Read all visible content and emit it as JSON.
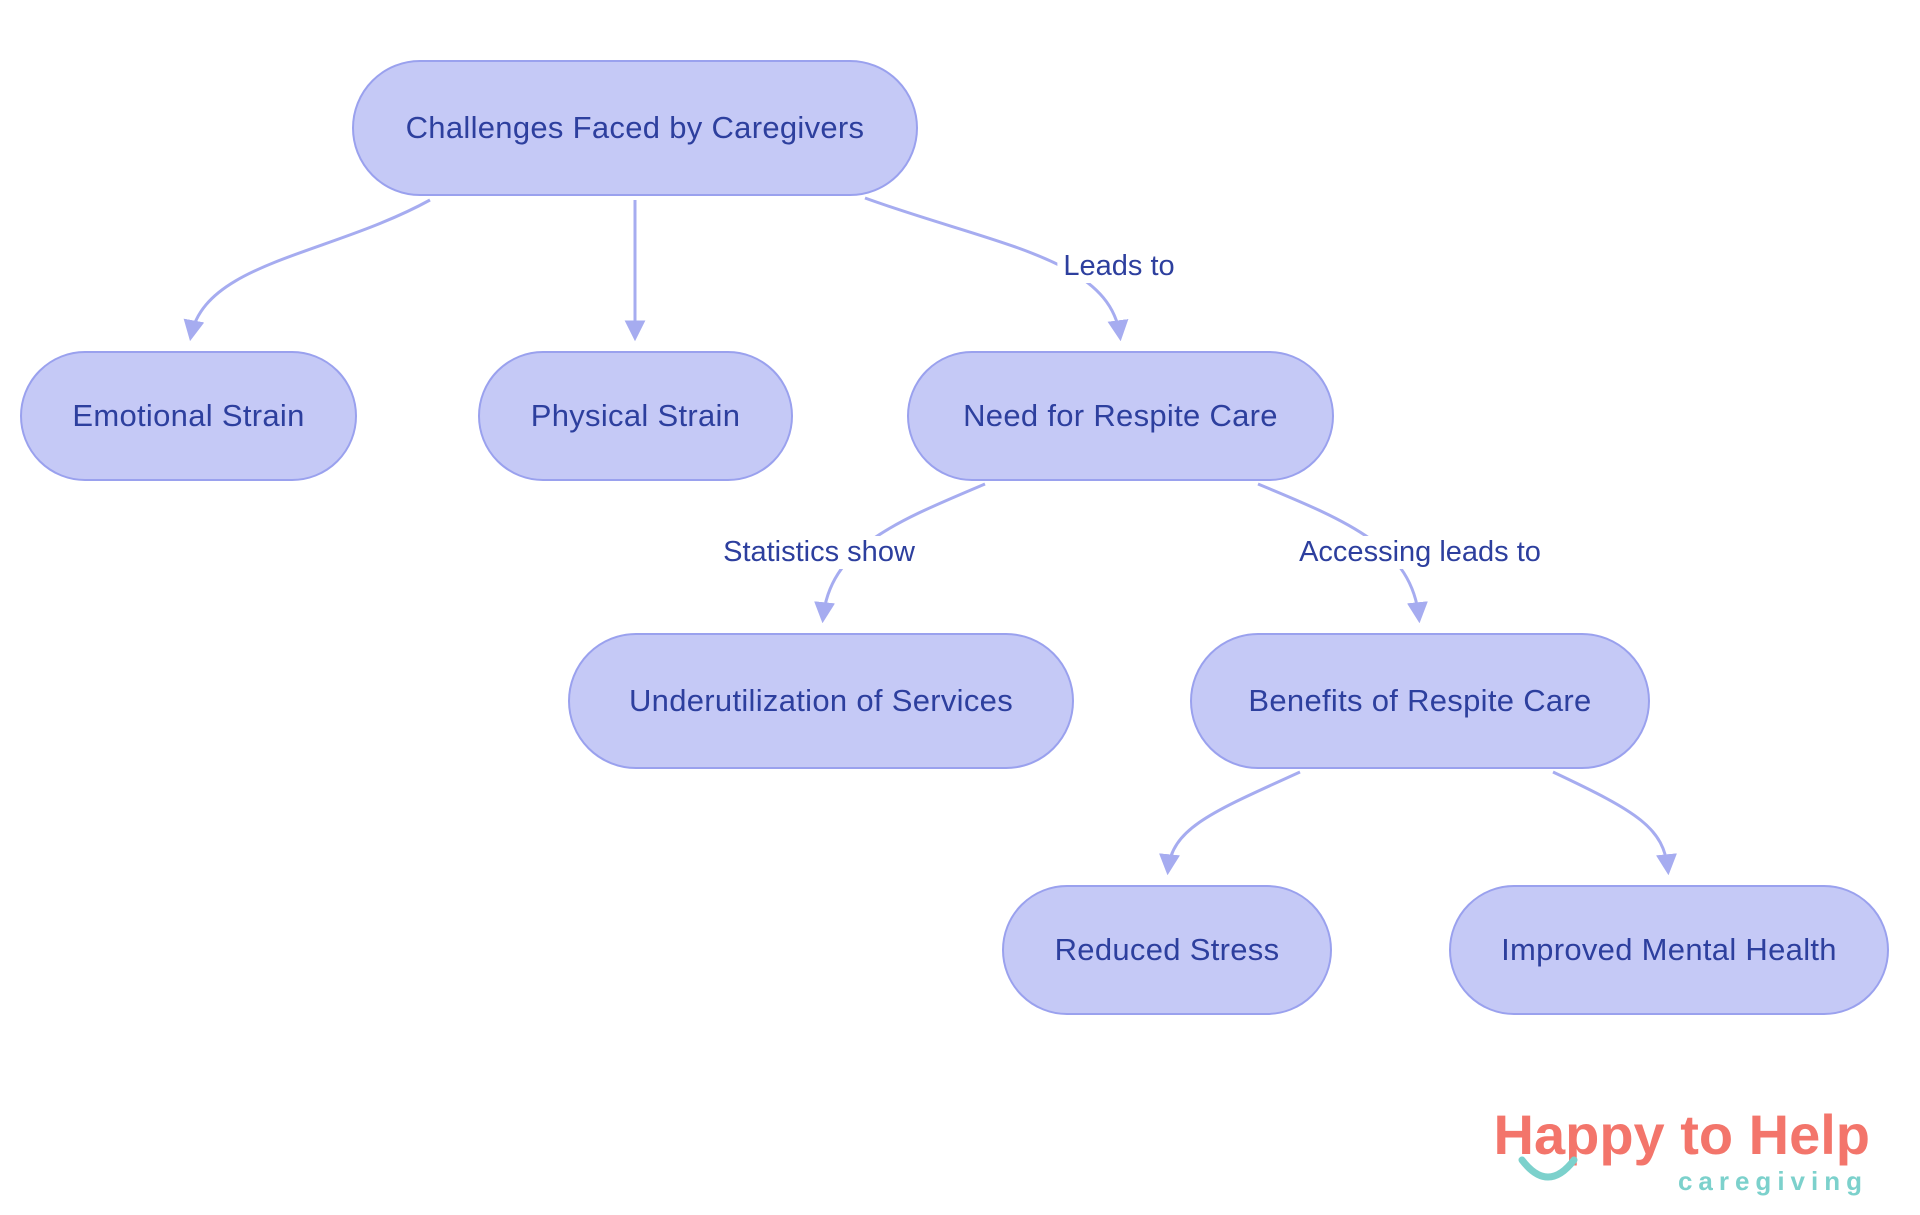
{
  "colors": {
    "node_fill": "#c5c9f6",
    "node_border": "#9aa1ee",
    "node_text": "#2d3f9e",
    "edge": "#a6acf0",
    "logo_title": "#f3756b",
    "logo_accent": "#7cd1cc",
    "bg": "#ffffff"
  },
  "diagram": {
    "type": "flowchart",
    "nodes": [
      {
        "id": "challenges",
        "label": "Challenges Faced by Caregivers"
      },
      {
        "id": "emotional",
        "label": "Emotional Strain"
      },
      {
        "id": "physical",
        "label": "Physical Strain"
      },
      {
        "id": "respite",
        "label": "Need for Respite Care"
      },
      {
        "id": "underutilization",
        "label": "Underutilization of Services"
      },
      {
        "id": "benefits",
        "label": "Benefits of Respite Care"
      },
      {
        "id": "reduced",
        "label": "Reduced Stress"
      },
      {
        "id": "improved",
        "label": "Improved Mental Health"
      }
    ],
    "edges": [
      {
        "from": "challenges",
        "to": "emotional",
        "label": ""
      },
      {
        "from": "challenges",
        "to": "physical",
        "label": ""
      },
      {
        "from": "challenges",
        "to": "respite",
        "label": "Leads to"
      },
      {
        "from": "respite",
        "to": "underutilization",
        "label": "Statistics show"
      },
      {
        "from": "respite",
        "to": "benefits",
        "label": "Accessing leads to"
      },
      {
        "from": "benefits",
        "to": "reduced",
        "label": ""
      },
      {
        "from": "benefits",
        "to": "improved",
        "label": ""
      }
    ]
  },
  "logo": {
    "title": "Happy to Help",
    "subtitle": "caregiving"
  }
}
